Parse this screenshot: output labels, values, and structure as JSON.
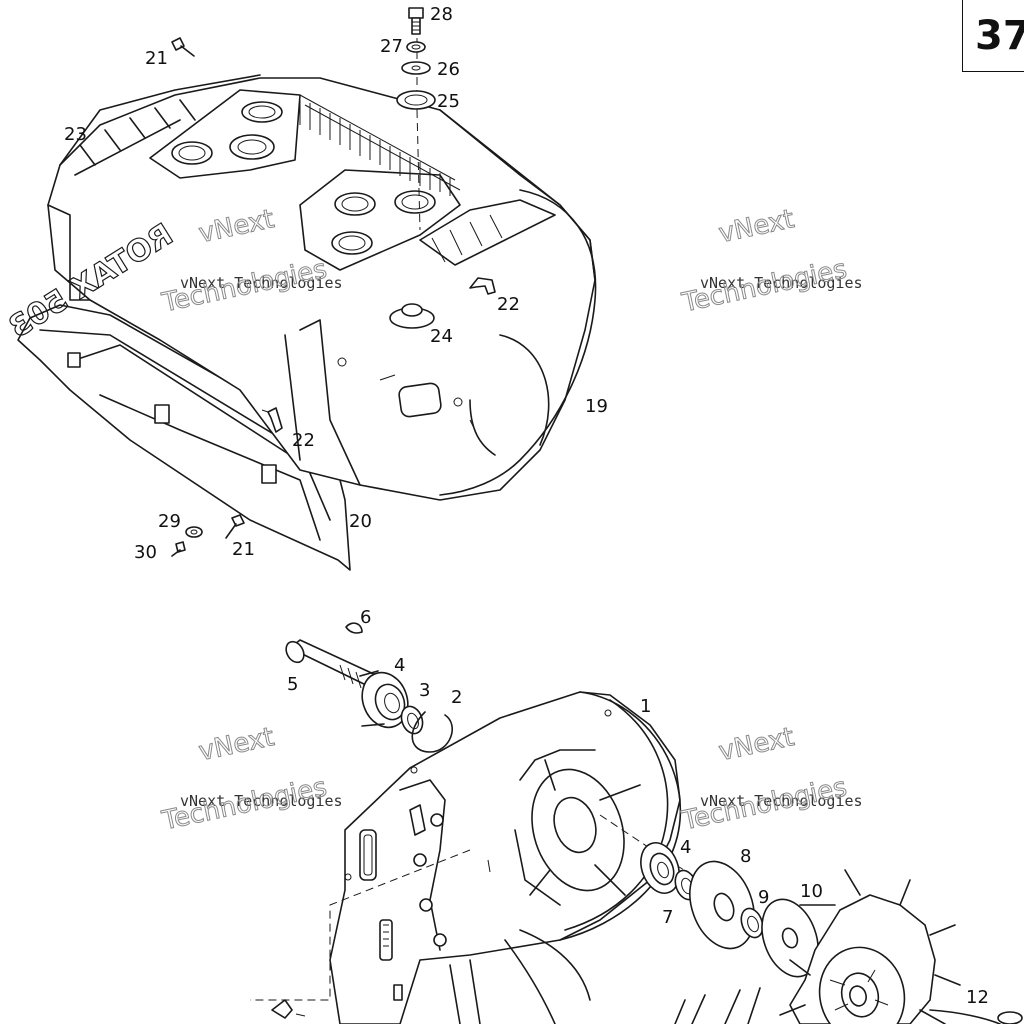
{
  "page_number": "37",
  "watermark": {
    "line1": "vNext Technologies",
    "line2": "vNext",
    "line3": "Technologies"
  },
  "embossed_logo": "ROTAX 503",
  "callouts": {
    "c28": "28",
    "c27": "27",
    "c26": "26",
    "c25": "25",
    "c21a": "21",
    "c23": "23",
    "c22a": "22",
    "c24": "24",
    "c19": "19",
    "c22b": "22",
    "c20": "20",
    "c29": "29",
    "c21b": "21",
    "c30": "30",
    "c6": "6",
    "c4a": "4",
    "c5": "5",
    "c3": "3",
    "c2": "2",
    "c1": "1",
    "c4b": "4",
    "c8": "8",
    "c7": "7",
    "c9": "9",
    "c10": "10",
    "c12": "12"
  }
}
